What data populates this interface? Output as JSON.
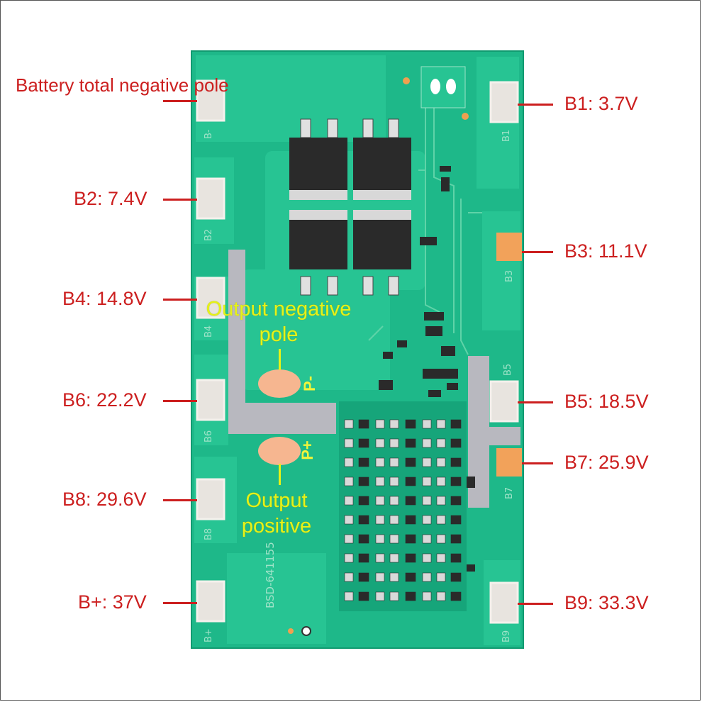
{
  "board": {
    "model_silk": "BSD-641155",
    "pads": [
      "B-",
      "B1",
      "B2",
      "B3",
      "B4",
      "B5",
      "B6",
      "B7",
      "B8",
      "B9",
      "B+"
    ],
    "output_pads": {
      "negative": "P-",
      "positive": "P+"
    },
    "colors": {
      "pcb": "#1eb889",
      "pcb_dark": "#16a57a",
      "silk": "#9fe3c8",
      "pad": "#e6e2dc",
      "copper": "#f2a25a",
      "bus": "#b9b9c0",
      "chip": "#2a2a2a"
    }
  },
  "callouts": {
    "total_negative": "Battery total negative pole",
    "b1": "B1: 3.7V",
    "b2": "B2: 7.4V",
    "b3": "B3: 11.1V",
    "b4": "B4: 14.8V",
    "b5": "B5: 18.5V",
    "b6": "B6: 22.2V",
    "b7": "B7: 25.9V",
    "b8": "B8: 29.6V",
    "b9": "B9: 33.3V",
    "b_plus": "B+: 37V"
  },
  "output_labels": {
    "negative": "Output negative pole",
    "positive": "Output positive"
  }
}
